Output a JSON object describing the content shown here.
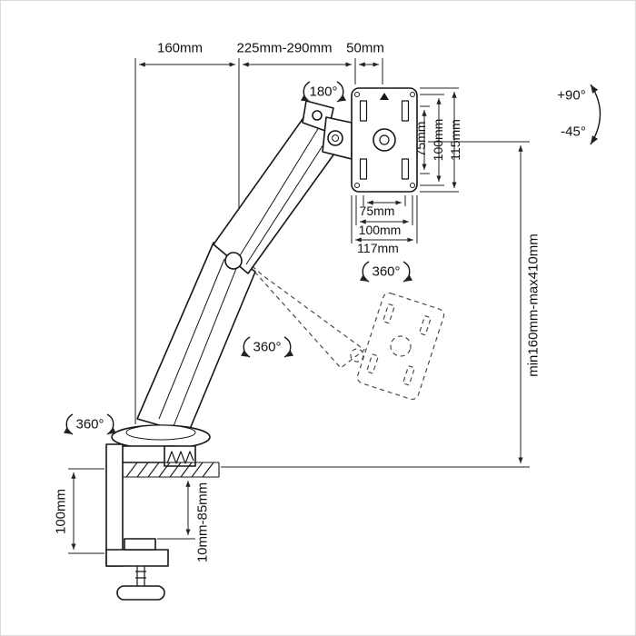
{
  "dimensions": {
    "base_to_elbow": "160mm",
    "arm_reach": "225mm-290mm",
    "head_depth": "50mm",
    "vesa_slot_height": "75mm",
    "vesa_hole_height": "100mm",
    "plate_height": "115mm",
    "vesa_slot_width": "75mm",
    "vesa_hole_width": "100mm",
    "plate_width": "117mm",
    "height_range": "min160mm-max410mm",
    "clamp_height": "100mm",
    "clamp_grip_range": "10mm-85mm"
  },
  "angles": {
    "head_rotation": "180°",
    "vesa_rotation": "360°",
    "elbow_rotation": "360°",
    "base_rotation": "360°",
    "tilt_up": "+90°",
    "tilt_down": "-45°"
  },
  "colors": {
    "line": "#1a1a1a",
    "dimension": "#222222",
    "background": "#ffffff"
  }
}
